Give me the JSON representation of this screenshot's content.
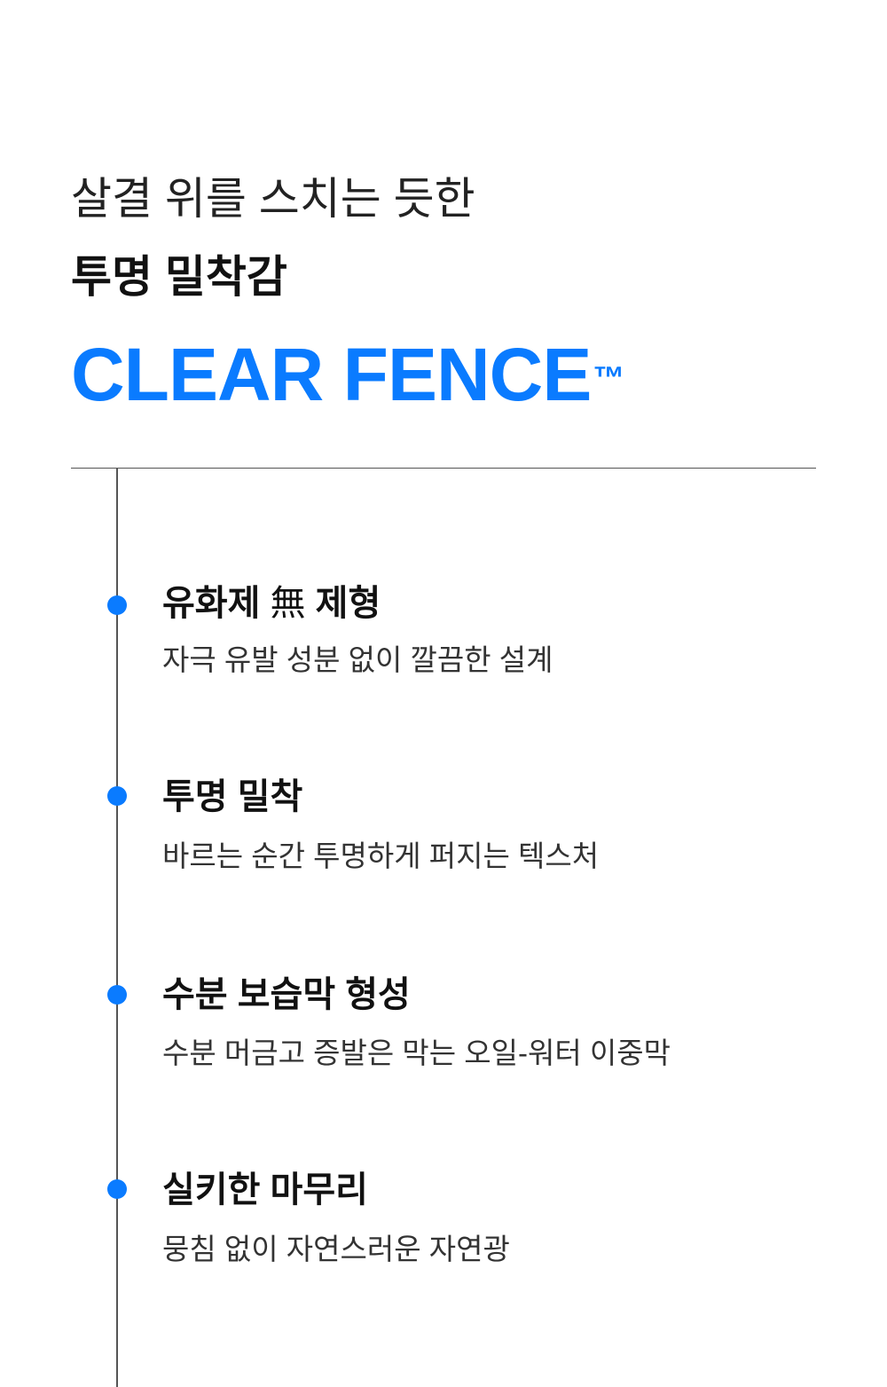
{
  "intro": "살결 위를 스치는 듯한",
  "headline": "투명 밀착감",
  "brand": {
    "name": "CLEAR FENCE",
    "trademark": "™",
    "color": "#0A7BFF"
  },
  "features": [
    {
      "title_a": "유화제",
      "title_b": "無",
      "title_c": "제형",
      "desc": "자극 유발 성분 없이 깔끔한 설계"
    },
    {
      "title": "투명 밀착",
      "desc": "바르는 순간 투명하게 퍼지는 텍스처"
    },
    {
      "title": "수분 보습막 형성",
      "desc": "수분 머금고 증발은 막는 오일-워터 이중막"
    },
    {
      "title": "실키한 마무리",
      "desc": "뭉침 없이 자연스러운 자연광"
    }
  ]
}
